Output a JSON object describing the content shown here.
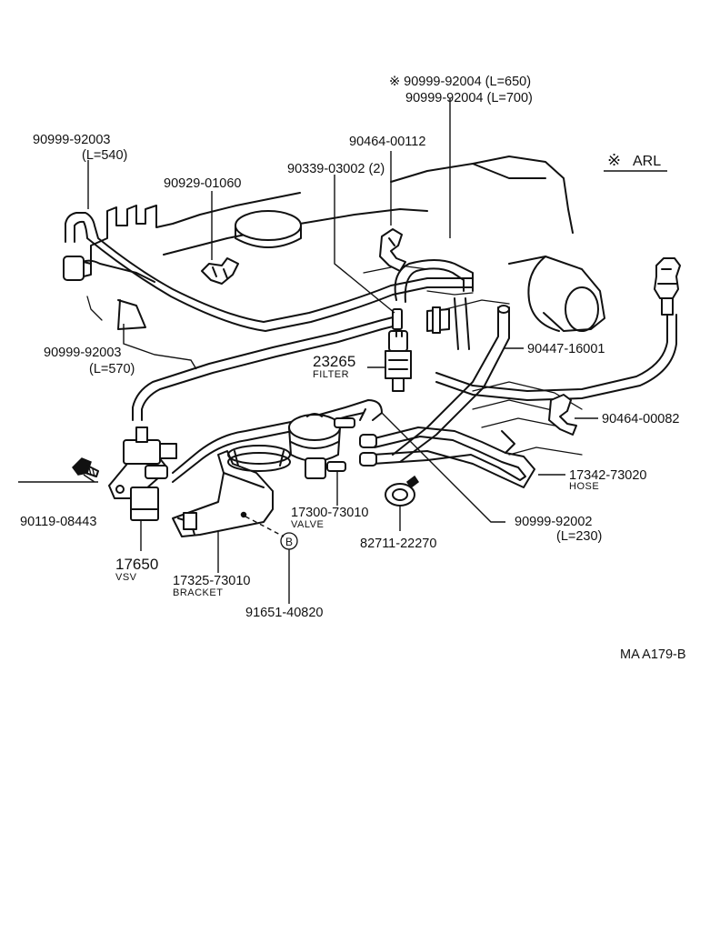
{
  "region_note": {
    "symbol": "※",
    "label": "ARL"
  },
  "drawing_code": "MA A179-B",
  "labels": {
    "p_92004_a": "※ 90999-92004  (L=650)",
    "p_92004_b": "90999-92004  (L=700)",
    "p_00112": "90464-00112",
    "p_03002": "90339-03002 (2)",
    "p_01060": "90929-01060",
    "p_92003_top": "90999-92003",
    "p_92003_top_len": "(L=540)",
    "p_92003_mid": "90999-92003",
    "p_92003_mid_len": "(L=570)",
    "p_23265": "23265",
    "p_23265_name": "FILTER",
    "p_16001": "90447-16001",
    "p_00082": "90464-00082",
    "p_73020": "17342-73020",
    "p_73020_name": "HOSE",
    "p_08443": "90119-08443",
    "p_73010v": "17300-73010",
    "p_73010v_name": "VALVE",
    "p_92002": "90999-92002",
    "p_92002_len": "(L=230)",
    "p_22270": "82711-22270",
    "p_17650": "17650",
    "p_17650_name": "VSV",
    "p_73010b": "17325-73010",
    "p_73010b_name": "BRACKET",
    "p_circle_b": "B",
    "p_40820": "91651-40820"
  }
}
